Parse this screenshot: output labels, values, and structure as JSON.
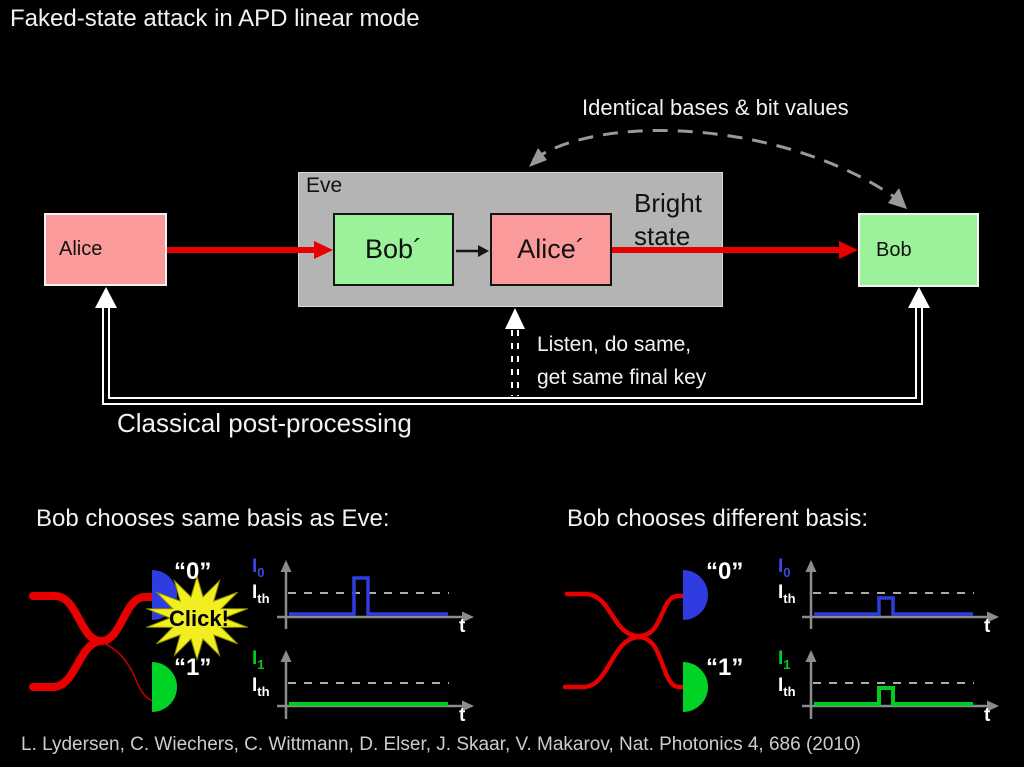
{
  "slide_title": "Faked-state attack in APD linear mode",
  "top_diagram": {
    "annotation_arc": "Identical bases & bit values",
    "alice_box": "Alice",
    "bob_box": "Bob",
    "eve_box": "Eve",
    "fake_bob_box": "Bob´",
    "fake_alice_box": "Alice´",
    "bright_state": "Bright state",
    "listen_note_line1": "Listen, do same,",
    "listen_note_line2": "get same final key",
    "classical_label": "Classical post-processing"
  },
  "panels": [
    {
      "heading": "Bob chooses same basis as Eve:",
      "detector0_label": "“0”",
      "detector1_label": "“1”",
      "click_label": "Click!",
      "graphs": [
        {
          "y_label": "I",
          "y_sub": "0",
          "th_label": "I",
          "th_sub": "th",
          "x_label": "t"
        },
        {
          "y_label": "I",
          "y_sub": "1",
          "th_label": "I",
          "th_sub": "th",
          "x_label": "t"
        }
      ]
    },
    {
      "heading": "Bob chooses different basis:",
      "detector0_label": "“0”",
      "detector1_label": "“1”",
      "graphs": [
        {
          "y_label": "I",
          "y_sub": "0",
          "th_label": "I",
          "th_sub": "th",
          "x_label": "t"
        },
        {
          "y_label": "I",
          "y_sub": "1",
          "th_label": "I",
          "th_sub": "th",
          "x_label": "t"
        }
      ]
    }
  ],
  "citation": "L. Lydersen, C. Wiechers, C. Wittmann, D. Elser, J. Skaar, V. Makarov, Nat. Photonics 4, 686 (2010)",
  "colors": {
    "background": "#000000",
    "eve_box_fill": "#b4b4b4",
    "alice_fill": "#fa9a9a",
    "bob_fill": "#9cf29b",
    "red_arrow": "#e60000",
    "dashed_arc": "#999999",
    "detector0_blue": "#2e3ce0",
    "detector1_green": "#00d226",
    "starburst_yellow": "#f2ee20",
    "axis_gray": "#8c8c8c",
    "threshold_dash": "#c4c4c4"
  },
  "chart_data": [
    {
      "type": "line",
      "panel": "Bob chooses same basis as Eve:",
      "series_name": "I_0 (detector 0 current)",
      "xlabel": "t",
      "ylabel": "I_0",
      "threshold_label": "I_th",
      "threshold": 1,
      "x": [
        0,
        4,
        4,
        5,
        5,
        10
      ],
      "y": [
        0,
        0,
        1.6,
        1.6,
        0,
        0
      ],
      "pulse": "tall pulse crosses I_th threshold (click)",
      "color": "#2e3ce0",
      "grid": false
    },
    {
      "type": "line",
      "panel": "Bob chooses same basis as Eve:",
      "series_name": "I_1 (detector 1 current)",
      "xlabel": "t",
      "ylabel": "I_1",
      "threshold_label": "I_th",
      "threshold": 1,
      "x": [
        0,
        10
      ],
      "y": [
        0,
        0
      ],
      "pulse": "no pulse (flat at zero)",
      "color": "#00d226",
      "grid": false
    },
    {
      "type": "line",
      "panel": "Bob chooses different basis:",
      "series_name": "I_0 (detector 0 current)",
      "xlabel": "t",
      "ylabel": "I_0",
      "threshold_label": "I_th",
      "threshold": 1,
      "x": [
        0,
        4,
        4,
        5,
        5,
        10
      ],
      "y": [
        0,
        0,
        0.8,
        0.8,
        0,
        0
      ],
      "pulse": "small pulse stays below I_th (no click)",
      "color": "#2e3ce0",
      "grid": false
    },
    {
      "type": "line",
      "panel": "Bob chooses different basis:",
      "series_name": "I_1 (detector 1 current)",
      "xlabel": "t",
      "ylabel": "I_1",
      "threshold_label": "I_th",
      "threshold": 1,
      "x": [
        0,
        4,
        4,
        5,
        5,
        10
      ],
      "y": [
        0,
        0,
        0.8,
        0.8,
        0,
        0
      ],
      "pulse": "small pulse stays below I_th (no click)",
      "color": "#00d226",
      "grid": false
    }
  ]
}
